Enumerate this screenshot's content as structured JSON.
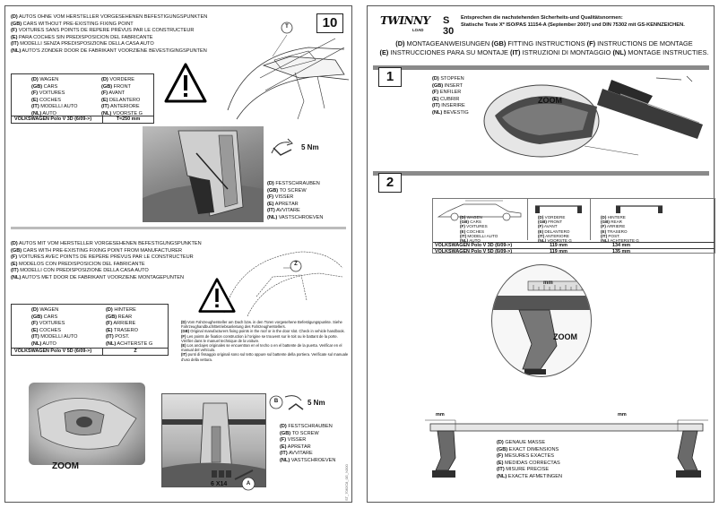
{
  "left_page": {
    "page_number": "10",
    "top_circle": "T",
    "mid_circle": "Z",
    "arrow_label": "B",
    "circle_a": "A",
    "rotated_code": "ST_7062C8_0G_N300",
    "section1_lines": [
      {
        "lang": "(D)",
        "text": "AUTOS OHNE VOM HERSTELLER VORGESEHENEN BEFESTIGUNGSPUNKTEN"
      },
      {
        "lang": "(GB)",
        "text": "CARS WITHOUT PRE-EXISTING FIXING POINT"
      },
      {
        "lang": "(F)",
        "text": "VOITURES SANS POINTS DE REPERE PRÉVUS PAR LE CONSTRUCTEUR"
      },
      {
        "lang": "(E)",
        "text": "PARA COCHES SIN PREDISPOSICION DEL FABRICANTE"
      },
      {
        "lang": "(IT)",
        "text": "MODELLI SENZA PREDISPOSIZIONE DELLA CASA AUTO"
      },
      {
        "lang": "(NL)",
        "text": "AUTO'S ZONDER DOOR DE FABRIKANT VOORZIENE BEVESTIGINGSPUNTEN"
      }
    ],
    "table1": {
      "left": [
        {
          "lang": "(D)",
          "text": "WAGEN"
        },
        {
          "lang": "(GB)",
          "text": "CARS"
        },
        {
          "lang": "(F)",
          "text": "VOITURES"
        },
        {
          "lang": "(E)",
          "text": "COCHES"
        },
        {
          "lang": "(IT)",
          "text": "MODELLI AUTO"
        },
        {
          "lang": "(NL)",
          "text": "AUTO"
        }
      ],
      "right": [
        {
          "lang": "(D)",
          "text": "VORDERE"
        },
        {
          "lang": "(GB)",
          "text": "FRONT"
        },
        {
          "lang": "(F)",
          "text": "AVANT"
        },
        {
          "lang": "(E)",
          "text": "DELANTERO"
        },
        {
          "lang": "(IT)",
          "text": "ANTERIORE"
        },
        {
          "lang": "(NL)",
          "text": "VOORSTE G"
        }
      ],
      "footer_model": "VOLKSWAGEN Polo V 3D (6/09->)",
      "footer_value": "T=250 mm"
    },
    "torque1": "5 Nm",
    "screw_lines": [
      {
        "lang": "(D)",
        "text": "FESTSCHRAUBEN"
      },
      {
        "lang": "(GB)",
        "text": "TO SCREW"
      },
      {
        "lang": "(F)",
        "text": "VISSER"
      },
      {
        "lang": "(E)",
        "text": "APRETAR"
      },
      {
        "lang": "(IT)",
        "text": "AVVITARE"
      },
      {
        "lang": "(NL)",
        "text": "VASTSCHROEVEN"
      }
    ],
    "section2_lines": [
      {
        "lang": "(D)",
        "text": "AUTOS MIT VOM HERSTELLER VORGESEHENEN BEFESTIGUNGSPUNKTEN"
      },
      {
        "lang": "(GB)",
        "text": "CARS WITH PRE-EXISTING FIXING POINT FROM MANUFACTURER"
      },
      {
        "lang": "(F)",
        "text": "VOITURES AVEC POINTS DE REPÈRE PRÉVUS PAR LE CONSTRUCTEUR"
      },
      {
        "lang": "(E)",
        "text": "MODELOS CON PREDISPOSICION DEL FABRICANTE"
      },
      {
        "lang": "(IT)",
        "text": "MODELLI CON PREDISPOSIZIONE DELLA CASA AUTO"
      },
      {
        "lang": "(NL)",
        "text": "AUTO'S MET DOOR DE FABRIKANT VOORZIENE MONTAGEPUNTEN"
      }
    ],
    "table2": {
      "left": [
        {
          "lang": "(D)",
          "text": "WAGEN"
        },
        {
          "lang": "(GB)",
          "text": "CARS"
        },
        {
          "lang": "(F)",
          "text": "VOITURES"
        },
        {
          "lang": "(E)",
          "text": "COCHES"
        },
        {
          "lang": "(IT)",
          "text": "MODELLI AUTO"
        },
        {
          "lang": "(NL)",
          "text": "AUTO"
        }
      ],
      "right": [
        {
          "lang": "(D)",
          "text": "HINTERE"
        },
        {
          "lang": "(GB)",
          "text": "REAR"
        },
        {
          "lang": "(F)",
          "text": "ARRIERE"
        },
        {
          "lang": "(E)",
          "text": "TRASERO"
        },
        {
          "lang": "(IT)",
          "text": "POST."
        },
        {
          "lang": "(NL)",
          "text": "ACHTERSTE G"
        }
      ],
      "footer_model": "VOLKSWAGEN Polo V 5D (6/09->)",
      "footer_value": "Z"
    },
    "notes": [
      {
        "lang": "(D)",
        "text": "Vom Fahrzeughersteller am Dach bzw. in den Türen vorgesehene Befestigungspunkte. Siehe Fahrzeughandbuch/Betriebsanleitung des Fahrzeugherstellers."
      },
      {
        "lang": "(GB)",
        "text": "Original manufacturers fixing points in the roof or in the door slot. Check in vehicle handbook."
      },
      {
        "lang": "(F)",
        "text": "Les points de fixation construction à l'origine se trouvent sur le toit ou le battant de la porte. Vérifier dans le manuel technique de la voiture."
      },
      {
        "lang": "(E)",
        "text": "Los anclajes originales se encuentran en el techo o en el battente de la puerta. Verificar en el manual del vehículo."
      },
      {
        "lang": "(IT)",
        "text": "punti di fissaggio originali sono sul tetto oppure sul battente della portiera. Verificate sul manuale d'uso della vettura."
      }
    ],
    "zoom_label": "ZOOM",
    "torque2": "5 Nm",
    "screw_lines2": [
      {
        "lang": "(D)",
        "text": "FESTSCHRAUBEN"
      },
      {
        "lang": "(GB)",
        "text": "TO SCREW"
      },
      {
        "lang": "(F)",
        "text": "VISSER"
      },
      {
        "lang": "(E)",
        "text": "APRETAR"
      },
      {
        "lang": "(IT)",
        "text": "AVVITARE"
      },
      {
        "lang": "(NL)",
        "text": "VASTSCHROEVEN"
      }
    ],
    "x14_label": "6 X14"
  },
  "right_page": {
    "logo_text": "TWINNY",
    "logo_sub": "LOAD",
    "model_code": "S 30",
    "header_line1": "Entsprechen die nachstehenden Sicherheits-und Qualitätsnormen:",
    "header_line2": "Statische Teste Xº ISO/PAS 11154-A (September 2007) und DIN 75302 mit GS-KENNZEICHEN.",
    "instr_line1": [
      {
        "lang": "(D)",
        "text": "MONTAGEANWEISUNGEN"
      },
      {
        "lang": "(GB)",
        "text": "FITTING INSTRUCTIONS"
      },
      {
        "lang": "(F)",
        "text": "INSTRUCTIONS DE MONTAGE"
      }
    ],
    "instr_line2": [
      {
        "lang": "(E)",
        "text": "INSTRUCCIONES PARA SU MONTAJE"
      },
      {
        "lang": "(IT)",
        "text": "ISTRUZIONI DI MONTAGGIO"
      },
      {
        "lang": "(NL)",
        "text": "MONTAGE INSTRUCTIES."
      }
    ],
    "step1_number": "1",
    "step1_lines": [
      {
        "lang": "(D)",
        "text": "STOPFEN"
      },
      {
        "lang": "(GB)",
        "text": "INSERT"
      },
      {
        "lang": "(F)",
        "text": "ENFILER"
      },
      {
        "lang": "(E)",
        "text": "CUBRIR"
      },
      {
        "lang": "(IT)",
        "text": "INSERIRE"
      },
      {
        "lang": "(NL)",
        "text": "BEVESTIG"
      }
    ],
    "step1_zoom": "ZOOM",
    "step2_number": "2",
    "step2_cars": [
      {
        "lang": "(D)",
        "text": "WAGEN"
      },
      {
        "lang": "(GB)",
        "text": "CARS"
      },
      {
        "lang": "(F)",
        "text": "VOITURES"
      },
      {
        "lang": "(E)",
        "text": "COCHES"
      },
      {
        "lang": "(IT)",
        "text": "MODELLI AUTO"
      },
      {
        "lang": "(NL)",
        "text": "AUTO"
      }
    ],
    "step2_front": [
      {
        "lang": "(D)",
        "text": "VORDERE"
      },
      {
        "lang": "(GB)",
        "text": "FRONT"
      },
      {
        "lang": "(F)",
        "text": "AVANT"
      },
      {
        "lang": "(E)",
        "text": "DELANTERO"
      },
      {
        "lang": "(IT)",
        "text": "ANTERIORE"
      },
      {
        "lang": "(NL)",
        "text": "VOORSTE G"
      }
    ],
    "step2_rear": [
      {
        "lang": "(D)",
        "text": "HINTERE"
      },
      {
        "lang": "(GB)",
        "text": "REAR"
      },
      {
        "lang": "(F)",
        "text": "ARRIERE"
      },
      {
        "lang": "(E)",
        "text": "TRASERO"
      },
      {
        "lang": "(IT)",
        "text": "POST."
      },
      {
        "lang": "(NL)",
        "text": "ACHTERSTE G"
      }
    ],
    "dim_rows": [
      {
        "model": "VOLKSWAGEN Polo V 3D (6/09->)",
        "front": "119 mm",
        "rear": "134 mm"
      },
      {
        "model": "VOLKSWAGEN Polo V 5D (6/09->)",
        "front": "119 mm",
        "rear": "135 mm"
      }
    ],
    "mm_label_top": "mm",
    "step2_zoom": "ZOOM",
    "mm_left": "mm",
    "mm_right": "mm",
    "measure_lines": [
      {
        "lang": "(D)",
        "text": "GENAUE MASSE"
      },
      {
        "lang": "(GB)",
        "text": "EXACT DIMENSIONS"
      },
      {
        "lang": "(F)",
        "text": "MESURES EXACTES"
      },
      {
        "lang": "(E)",
        "text": "MEDIDAS CORRECTAS"
      },
      {
        "lang": "(IT)",
        "text": "MISURE PRECISE"
      },
      {
        "lang": "(NL)",
        "text": "EXACTE AFMETINGEN"
      }
    ]
  }
}
